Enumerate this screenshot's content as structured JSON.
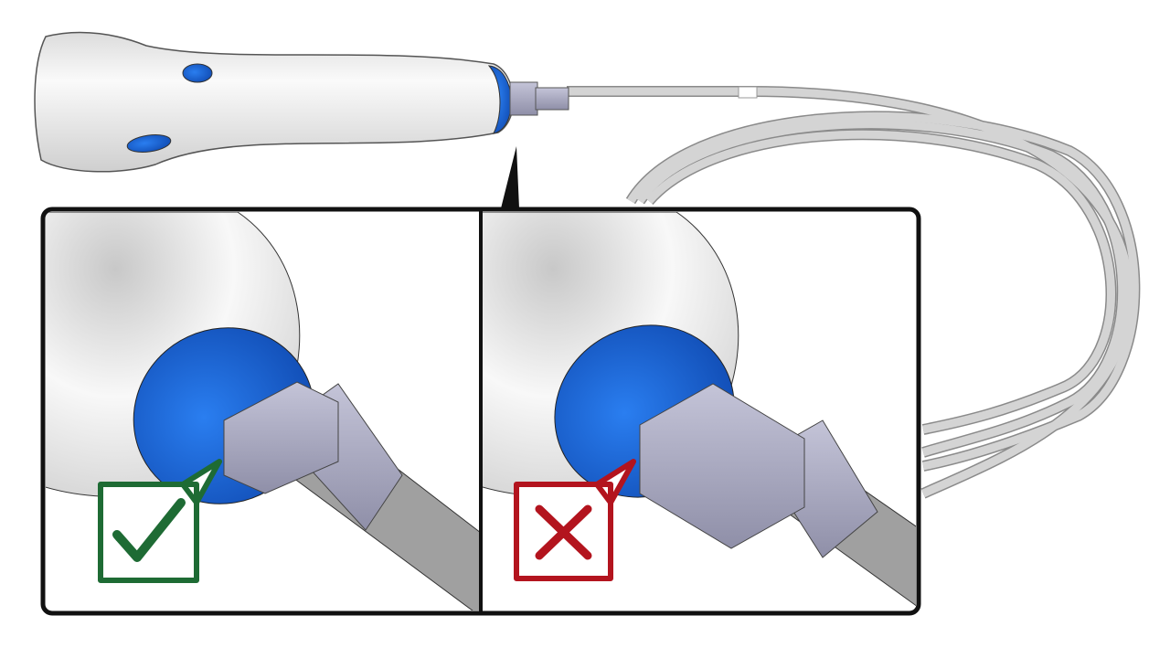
{
  "illustration": {
    "subject": "probe-cable-connection",
    "panels": [
      {
        "verdict": "correct",
        "icon": "check-icon",
        "color": "#1e6b34"
      },
      {
        "verdict": "incorrect",
        "icon": "x-icon",
        "color": "#b3141e"
      }
    ]
  },
  "colors": {
    "probe_body": "#f2f2f2",
    "probe_accent": "#1a5fd0",
    "connector": "#a9a9c0",
    "cable": "#bdbdbd",
    "frame": "#111111"
  }
}
